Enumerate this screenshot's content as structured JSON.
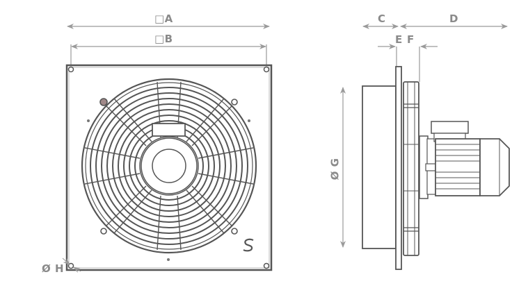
{
  "drawing": {
    "subject": "Wall-mounted axial fan with square plate — dimension drawing",
    "views": [
      "front-view",
      "side-view"
    ],
    "colors": {
      "outline": "#5a5a5a",
      "dimension": "#9a9a9a",
      "label": "#8a8a8a",
      "accent_bolt": "#a08888"
    }
  },
  "dimensions": {
    "A": {
      "label": "□A",
      "meaning": "overall square plate width"
    },
    "B": {
      "label": "□B",
      "meaning": "mounting hole spacing"
    },
    "C": {
      "label": "C"
    },
    "D": {
      "label": "D"
    },
    "E": {
      "label": "E"
    },
    "F": {
      "label": "F"
    },
    "G": {
      "label": "Ø G"
    },
    "H": {
      "label": "Ø H"
    }
  },
  "logo": {
    "glyph": "S"
  }
}
